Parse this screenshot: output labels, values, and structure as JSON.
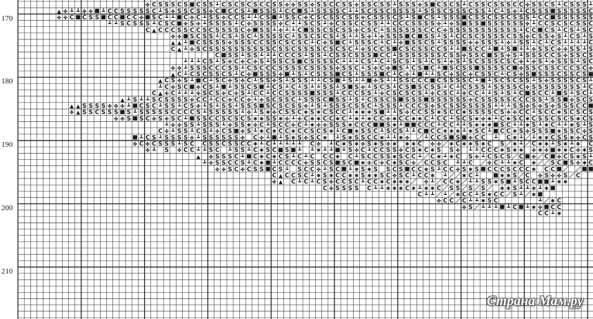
{
  "chart": {
    "row_labels": [
      "170",
      "180",
      "190",
      "200",
      "210"
    ],
    "symbols": [
      "S",
      "C",
      "┻",
      "✱",
      "▲",
      "■",
      "✤",
      "／"
    ],
    "grid_color": "#222222",
    "symbol_color": "#1a1a1a",
    "background": "#ffffff"
  },
  "watermark": {
    "text": "Страна Мам.ру",
    "color": "#ffffff"
  }
}
